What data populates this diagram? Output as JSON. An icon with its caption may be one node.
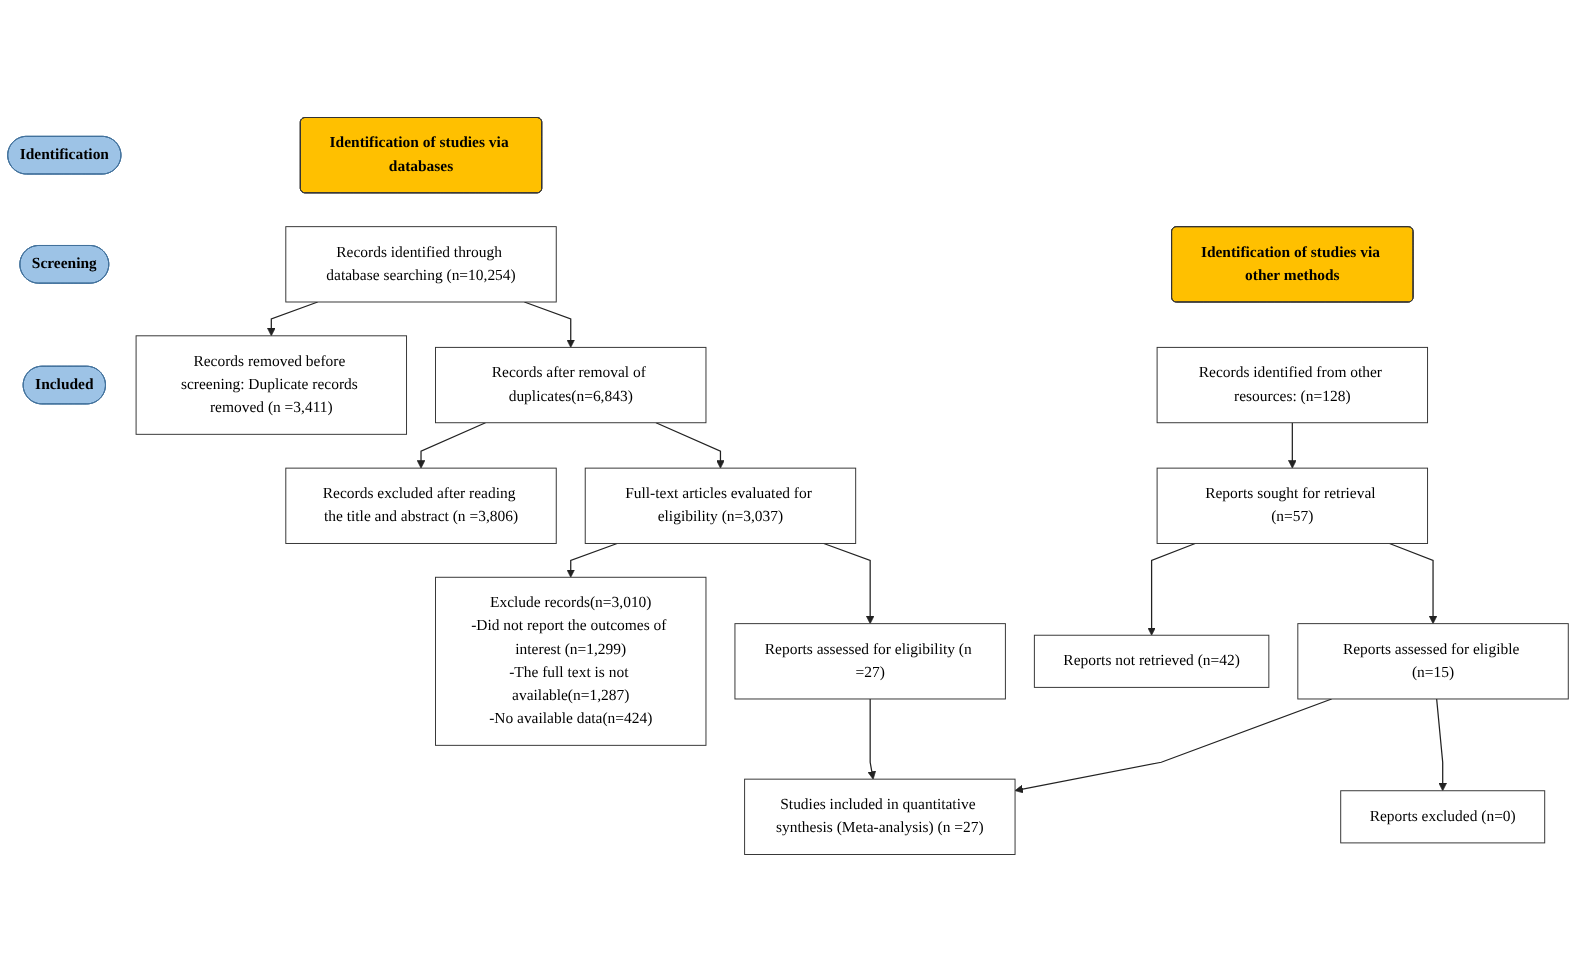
{
  "diagram": {
    "nodes": [
      {
        "text": [
          "Identification of studies via databases"
        ]
      },
      {
        "text": [
          "Identification of studies via other methods"
        ]
      },
      {
        "text": [
          "Identification"
        ]
      },
      {
        "text": [
          "Screening"
        ]
      },
      {
        "text": [
          "Included"
        ]
      },
      {
        "text": [
          "Records identified through database searching (n=10,254)"
        ]
      },
      {
        "text": [
          "Records removed before screening: Duplicate records removed (n =3,411)"
        ]
      },
      {
        "text": [
          "Records after removal of duplicates(n=6,843)"
        ]
      },
      {
        "text": [
          "Records excluded after reading the title and abstract (n =3,806)"
        ]
      },
      {
        "text": [
          "Full-text articles evaluated for eligibility (n=3,037)"
        ]
      },
      {
        "text": [
          "Exclude records(n=3,010)",
          "-Did not report the outcomes of interest (n=1,299)",
          "-The full text is not available(n=1,287)",
          "-No available data(n=424)"
        ]
      },
      {
        "text": [
          "Reports assessed for eligibility (n =27)"
        ]
      },
      {
        "text": [
          "Studies included in quantitative synthesis (Meta-analysis) (n =27)"
        ]
      },
      {
        "text": [
          "Records identified from other resources: (n=128)"
        ]
      },
      {
        "text": [
          "Reports sought for retrieval (n=57)"
        ]
      },
      {
        "text": [
          "Reports not retrieved (n=42)"
        ]
      },
      {
        "text": [
          "Reports assessed for eligible (n=15)"
        ]
      },
      {
        "text": [
          "Reports excluded (n=0)"
        ]
      }
    ],
    "edges": [
      {
        "from": 5,
        "to": 6,
        "arrow": "to"
      },
      {
        "from": 5,
        "to": 7,
        "arrow": "to"
      },
      {
        "from": 7,
        "to": 8,
        "arrow": "to"
      },
      {
        "from": 7,
        "to": 9,
        "arrow": "to"
      },
      {
        "from": 9,
        "to": 10,
        "arrow": "to"
      },
      {
        "from": 9,
        "to": 11,
        "arrow": "to"
      },
      {
        "from": 11,
        "to": 12,
        "arrow": "to"
      },
      {
        "from": 13,
        "to": 14,
        "arrow": "to"
      },
      {
        "from": 14,
        "to": 15,
        "arrow": "to"
      },
      {
        "from": 14,
        "to": 16,
        "arrow": "to"
      },
      {
        "from": 16,
        "to": 17,
        "arrow": "to"
      },
      {
        "from": 16,
        "to": 12,
        "arrow": "to"
      }
    ]
  }
}
